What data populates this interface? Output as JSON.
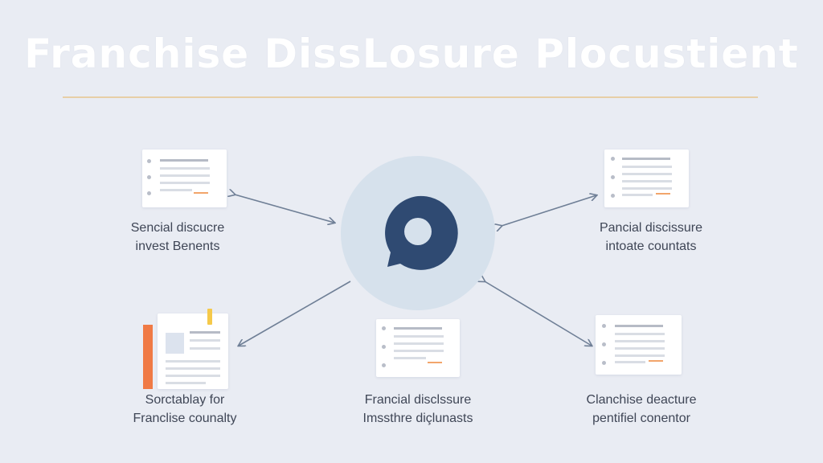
{
  "title": "Franchise DissLosure Plocustient",
  "center": {
    "icon": "chat-bubble-icon"
  },
  "nodes": {
    "top_left": {
      "line1": "Sencial discucre",
      "line2": "invest Benents"
    },
    "top_right": {
      "line1": "Pancial discissure",
      "line2": "intoate countats"
    },
    "bottom_left": {
      "line1": "Sorctablay for",
      "line2": "Franclise counalty"
    },
    "bottom_mid": {
      "line1": "Francial disclssure",
      "line2": "Imssthre diçlunasts"
    },
    "bottom_right": {
      "line1": "Clanchise deacture",
      "line2": "pentifiel conentor"
    }
  },
  "colors": {
    "background": "#e9ecf3",
    "hub": "#d6e1ec",
    "icon": "#2f4a72",
    "arrow": "#6f7f96",
    "rule": "#e7cfa6",
    "accent_orange": "#f07a45",
    "accent_yellow": "#f5c94a"
  }
}
